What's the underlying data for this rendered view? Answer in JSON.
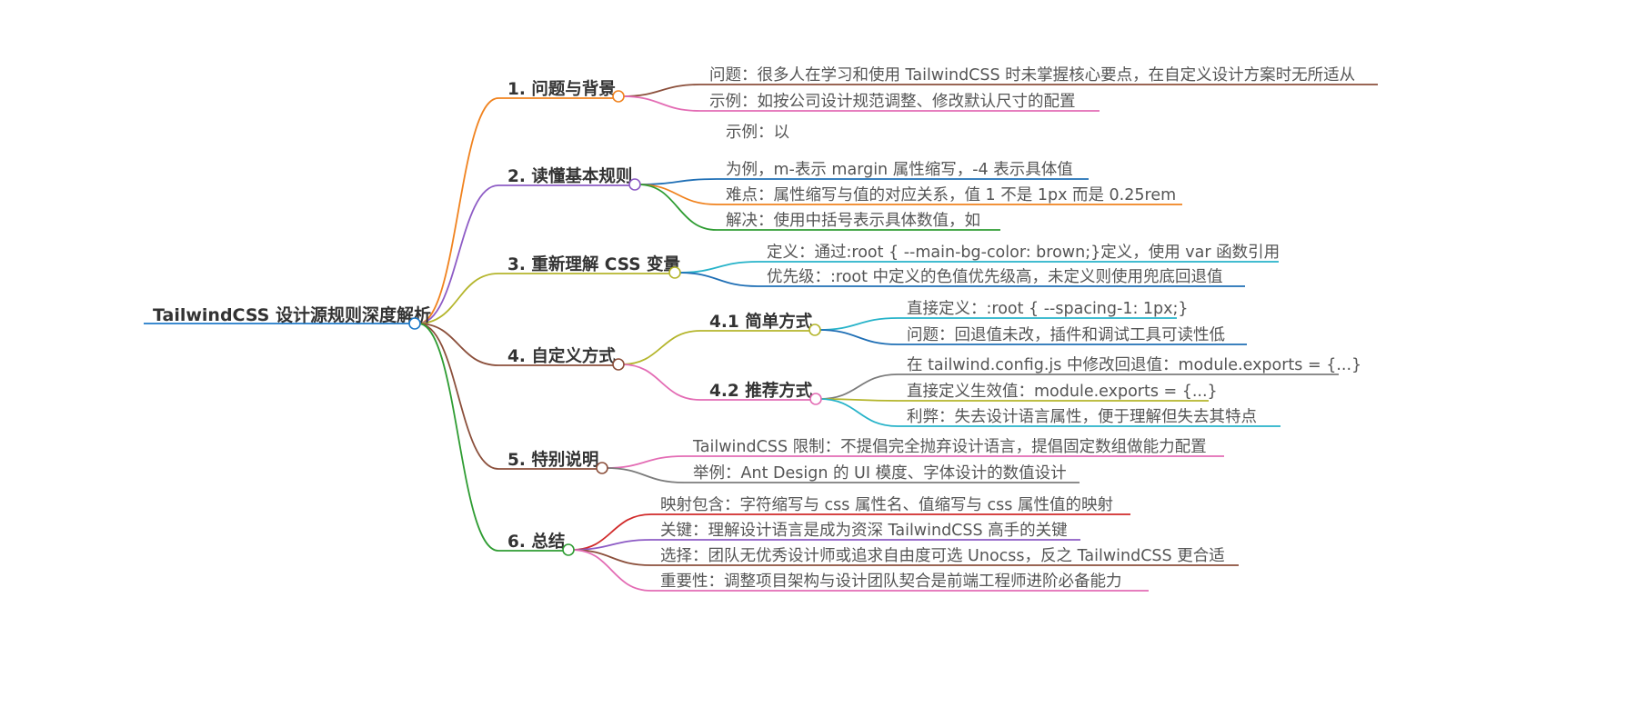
{
  "root": {
    "label": "TailwindCSS 设计源规则深度解析",
    "color": "#1f7ac8"
  },
  "branches": [
    {
      "id": "b1",
      "label": "1. 问题与背景",
      "color": "#f0821e",
      "children": [
        {
          "label": "问题：很多人在学习和使用 TailwindCSS 时未掌握核心要点，在自定义设计方案时无所适从",
          "color": "#8b4f3b"
        },
        {
          "label": "示例：如按公司设计规范调整、修改默认尺寸的配置",
          "color": "#e36cb4"
        }
      ]
    },
    {
      "id": "b2",
      "label": "2. 读懂基本规则",
      "color": "#8d5bc5",
      "children": [
        {
          "label": "示例：以",
          "color": ""
        },
        {
          "label": "为例，m-表示 margin 属性缩写，-4 表示具体值",
          "color": "#1f6fb5"
        },
        {
          "label": "难点：属性缩写与值的对应关系，值 1 不是 1px 而是 0.25rem",
          "color": "#f0821e"
        },
        {
          "label": "解决：使用中括号表示具体数值，如",
          "color": "#2e9c32"
        }
      ]
    },
    {
      "id": "b3",
      "label": "3. 重新理解 CSS 变量",
      "color": "#b4b52b",
      "children": [
        {
          "label": "定义：通过:root { --main-bg-color: brown;}定义，使用 var 函数引用",
          "color": "#27b3c9"
        },
        {
          "label": "优先级：:root 中定义的色值优先级高，未定义则使用兜底回退值",
          "color": "#1f6fb5"
        }
      ]
    },
    {
      "id": "b4",
      "label": "4. 自定义方式",
      "color": "#8b4f3b",
      "children": [
        {
          "label": "4.1 简单方式",
          "color": "#b4b52b",
          "children": [
            {
              "label": "直接定义：:root { --spacing-1: 1px;}",
              "color": "#27b3c9"
            },
            {
              "label": "问题：回退值未改，插件和调试工具可读性低",
              "color": "#1f6fb5"
            }
          ]
        },
        {
          "label": "4.2 推荐方式",
          "color": "#e36cb4",
          "children": [
            {
              "label": "在 tailwind.config.js 中修改回退值：module.exports = {...}",
              "color": "#7b7b7b"
            },
            {
              "label": "直接定义生效值：module.exports = {...}",
              "color": "#b4b52b"
            },
            {
              "label": "利弊：失去设计语言属性，便于理解但失去其特点",
              "color": "#27b3c9"
            }
          ]
        }
      ]
    },
    {
      "id": "b5",
      "label": "5. 特别说明",
      "color": "#8b4f3b",
      "children": [
        {
          "label": "TailwindCSS 限制：不提倡完全抛弃设计语言，提倡固定数组做能力配置",
          "color": "#e36cb4"
        },
        {
          "label": "举例：Ant Design 的 UI 模度、字体设计的数值设计",
          "color": "#7b7b7b"
        }
      ]
    },
    {
      "id": "b6",
      "label": "6. 总结",
      "color": "#2e9c32",
      "children": [
        {
          "label": "映射包含：字符缩写与 css 属性名、值缩写与 css 属性值的映射",
          "color": "#d12a2a"
        },
        {
          "label": "关键：理解设计语言是成为资深 TailwindCSS 高手的关键",
          "color": "#8d5bc5"
        },
        {
          "label": "选择：团队无优秀设计师或追求自由度可选 Unocss，反之 TailwindCSS 更合适",
          "color": "#8b4f3b"
        },
        {
          "label": "重要性：调整项目架构与设计团队契合是前端工程师进阶必备能力",
          "color": "#e36cb4"
        }
      ]
    }
  ]
}
